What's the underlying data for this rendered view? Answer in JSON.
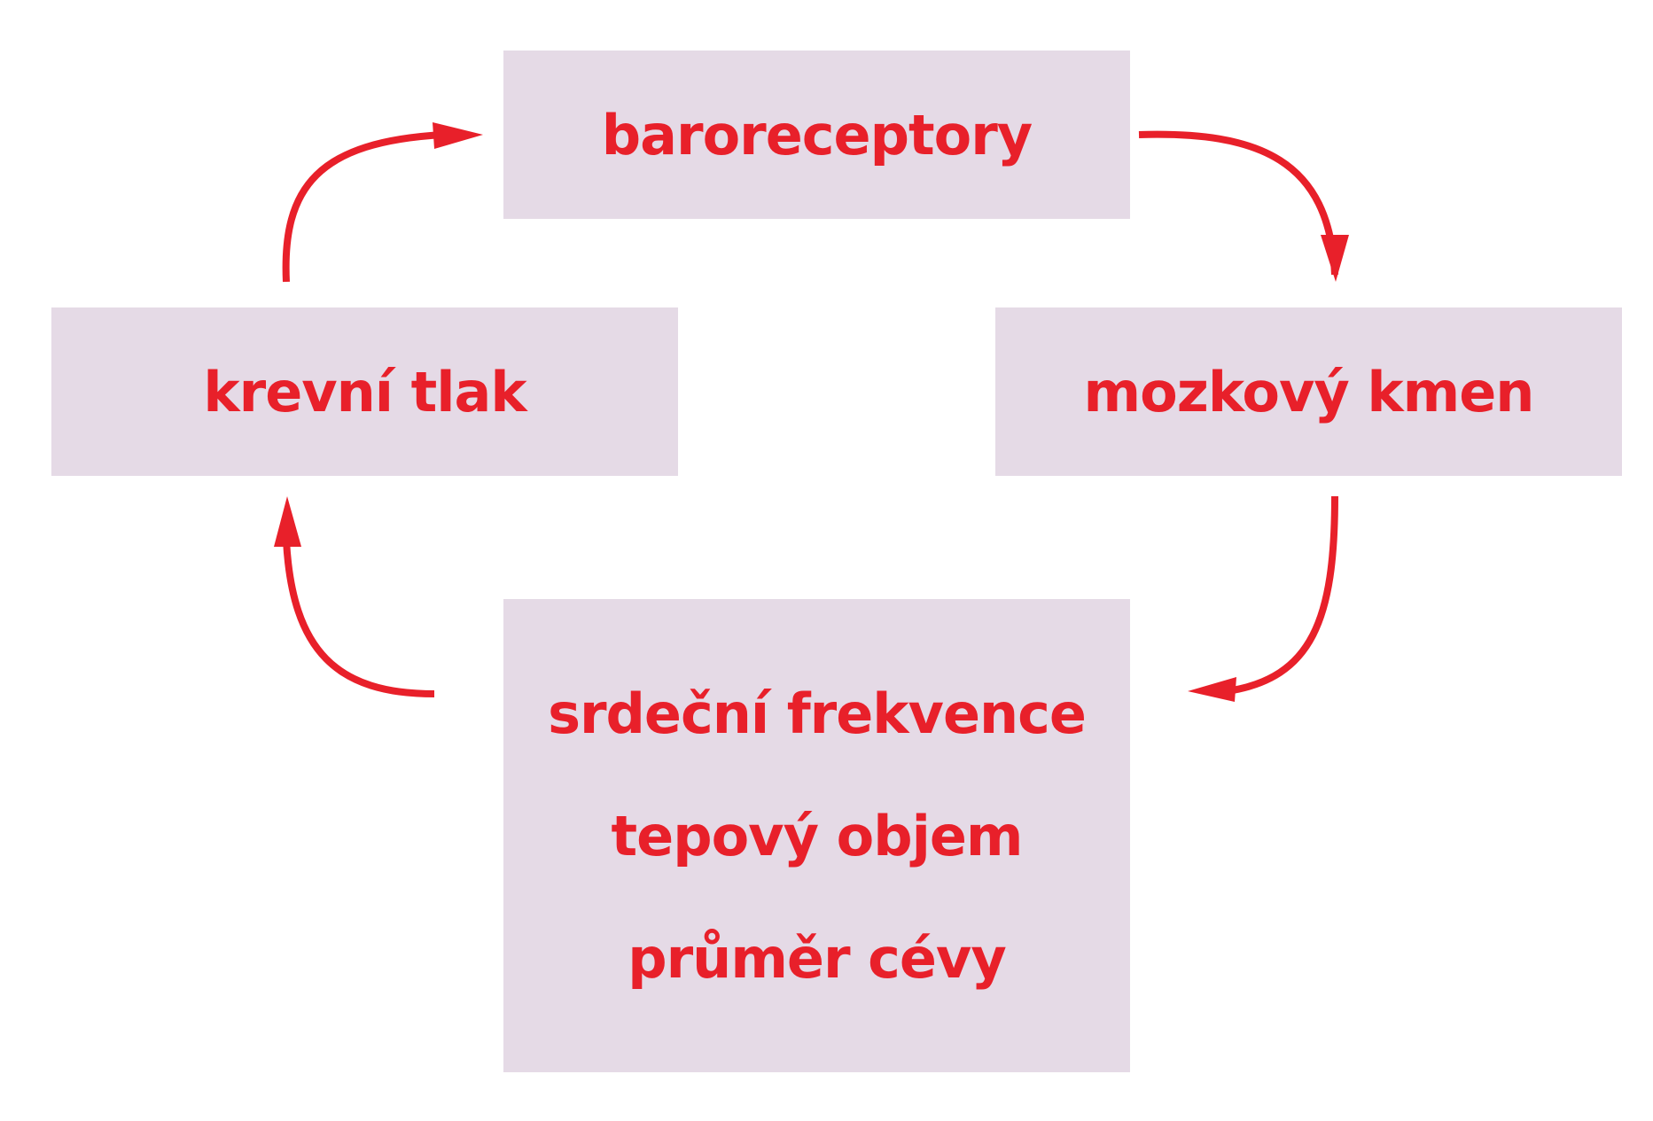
{
  "diagram": {
    "nodes": {
      "baroreceptory": "baroreceptory",
      "mozkovy_kmen": "mozkový kmen",
      "krevni_tlak": "krevní tlak",
      "effectors": [
        "srdeční frekvence",
        "tepový objem",
        "průměr cévy"
      ]
    },
    "edges": [
      {
        "from": "baroreceptory",
        "to": "mozkový kmen"
      },
      {
        "from": "mozkový kmen",
        "to": "effectors"
      },
      {
        "from": "effectors",
        "to": "krevní tlak"
      },
      {
        "from": "krevní tlak",
        "to": "baroreceptory"
      }
    ],
    "colors": {
      "box_fill": "#e5dae6",
      "text": "#e8202a",
      "arrow": "#e8202a"
    }
  }
}
